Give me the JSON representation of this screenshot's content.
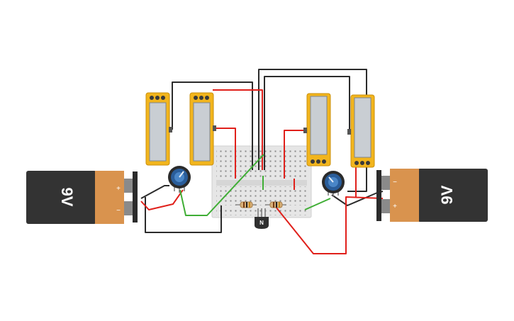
{
  "colors": {
    "wire_red": "#e0201b",
    "wire_black": "#2b2b2b",
    "wire_green": "#3fae35",
    "battery_body": "#333333",
    "battery_cap": "#d9934e",
    "meter_yellow": "#f2b51d",
    "meter_screen": "#c9ced3",
    "breadboard": "#e8e8e8",
    "pot_blue": "#2a5d9a"
  },
  "batteries": [
    {
      "label": "9V",
      "terminal_plus": "+",
      "terminal_minus": "−"
    },
    {
      "label": "9V",
      "terminal_plus": "+",
      "terminal_minus": "−"
    }
  ],
  "transistor": {
    "label": "N"
  },
  "multimeters": [
    {
      "icon": "multimeter-icon"
    },
    {
      "icon": "multimeter-icon"
    },
    {
      "icon": "multimeter-icon"
    },
    {
      "icon": "multimeter-icon"
    }
  ],
  "potentiometers": [
    {
      "icon": "potentiometer-icon"
    },
    {
      "icon": "potentiometer-icon"
    }
  ],
  "resistors": [
    {
      "icon": "resistor-icon"
    },
    {
      "icon": "resistor-icon"
    }
  ]
}
